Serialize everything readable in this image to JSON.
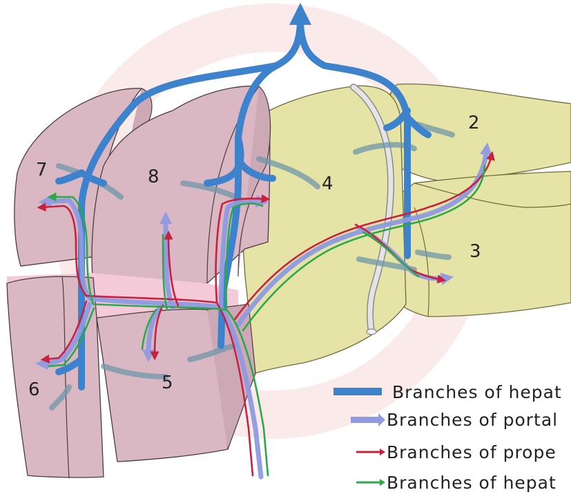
{
  "colors": {
    "hepatic_vein": "#3d82cc",
    "portal_vein": "#8f9be0",
    "hepatic_artery": "#c8203f",
    "bile_duct": "#2aa84a",
    "right_lobe_fill": "#d9b8c4",
    "left_lobe_fill": "#e6e3a6",
    "background_watermark": "#fbe9ea"
  },
  "segments": {
    "s2": "2",
    "s3": "3",
    "s4": "4",
    "s5": "5",
    "s6": "6",
    "s7": "7",
    "s8": "8"
  },
  "legend": [
    {
      "label": "Branches of hepat",
      "color": "#3d82cc",
      "style": "thick-bar"
    },
    {
      "label": "Branches of portal",
      "color": "#8f9be0",
      "style": "arrow"
    },
    {
      "label": "Branches of prope",
      "color": "#c8203f",
      "style": "line-arrow"
    },
    {
      "label": "Branches of hepat",
      "color": "#2aa84a",
      "style": "line-arrow"
    }
  ]
}
